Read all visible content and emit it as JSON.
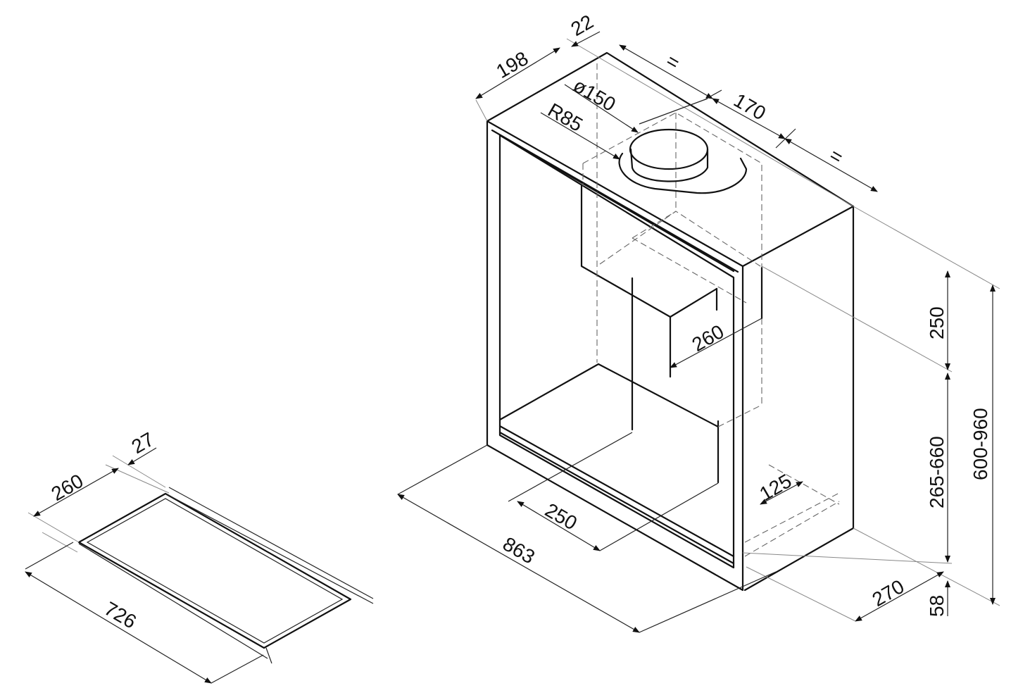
{
  "colors": {
    "line": "#111111",
    "hidden": "#666666",
    "background": "#ffffff"
  },
  "labels": {
    "cutout_depth": "260",
    "cutout_offset": "27",
    "cutout_width": "726",
    "top_depth": "198",
    "top_offset": "22",
    "duct_diameter": "ø150",
    "duct_radius": "R85",
    "eq_left": "=",
    "duct_span": "170",
    "eq_right": "=",
    "inner_width": "260",
    "upper_height": "250",
    "lower_height": "265-660",
    "total_height": "600-960",
    "base_height": "58",
    "depth": "270",
    "offset_125": "125",
    "duct_250": "250",
    "overall_width": "863"
  }
}
